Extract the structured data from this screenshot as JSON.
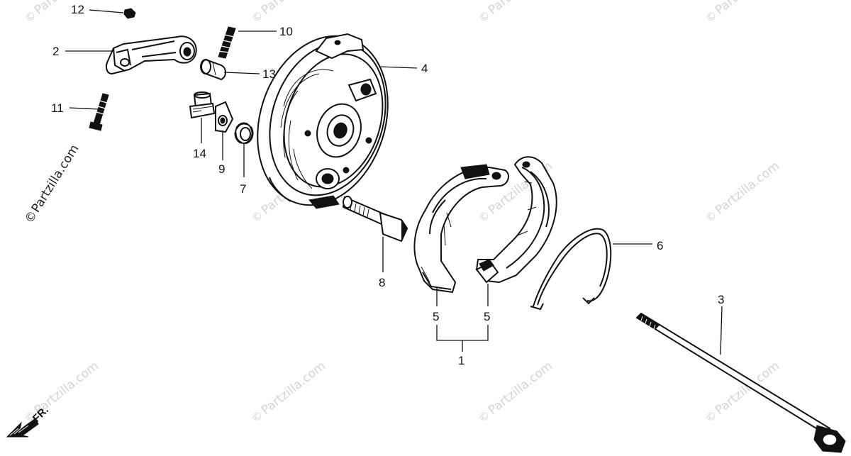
{
  "watermark": {
    "text": "Partzilla.com",
    "symbol": "©"
  },
  "labels": {
    "p1": "1",
    "p2": "2",
    "p3": "3",
    "p4": "4",
    "p5a": "5",
    "p5b": "5",
    "p6": "6",
    "p7": "7",
    "p8": "8",
    "p9": "9",
    "p10": "10",
    "p11": "11",
    "p12": "12",
    "p13": "13",
    "p14": "14"
  },
  "direction": {
    "text": "FR."
  }
}
